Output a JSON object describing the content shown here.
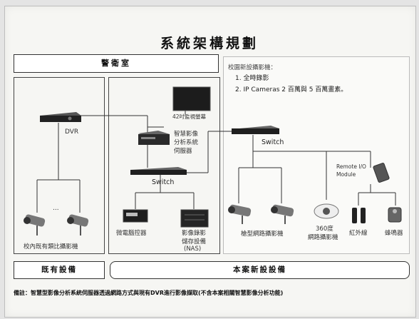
{
  "title": "系統架構規劃",
  "sections": {
    "guard_room": "警衛室",
    "existing": "既有設備",
    "new_project": "本案新設設備"
  },
  "new_cameras_info": {
    "heading": "校園新設攝影機：",
    "item1": "1. 全時錄影",
    "item2": "2. IP Cameras 2 百萬與 5 百萬畫素。"
  },
  "devices": {
    "dvr": "DVR",
    "monitor": "42吋監視螢幕",
    "analytics_server": [
      "智慧影像",
      "分析系統",
      "伺服器"
    ],
    "switch_left": "Switch",
    "switch_right": "Switch",
    "micro_controller": "微電腦控器",
    "nas": [
      "影像錄影",
      "儲存設備",
      "(NAS)"
    ],
    "existing_cameras": "校內既有類比攝影機",
    "ellipsis": "...",
    "bullet_cameras": "槍型網路攝影機",
    "cam_360": [
      "360度",
      "網路攝影機"
    ],
    "remote_io": [
      "Remote I/O",
      "Module"
    ],
    "infrared": "紅外線",
    "buzzer": "蜂鳴器"
  },
  "footnote": "備註：智慧型影像分析系統伺服器透過網路方式與現有DVR進行影像擷取(不含本案相關智慧影像分析功能)"
}
